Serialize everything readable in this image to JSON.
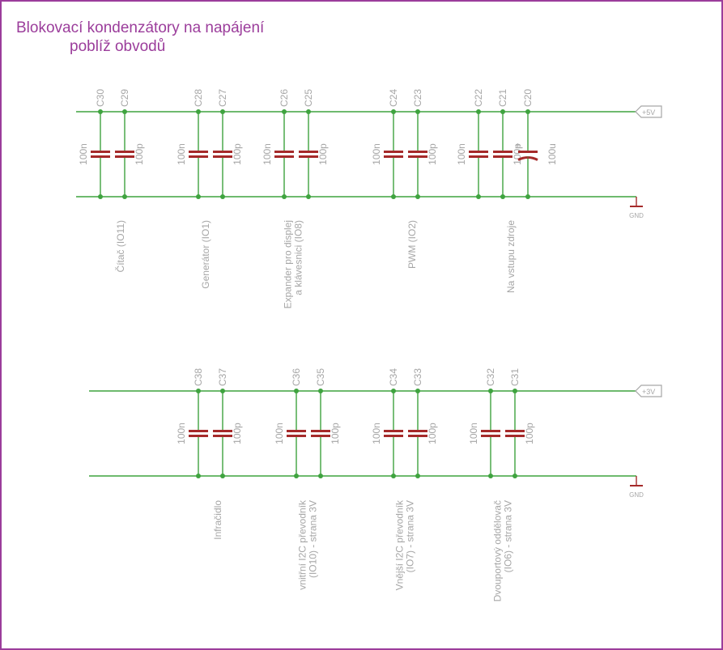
{
  "title_line1": "Blokovací kondenzátory na napájení",
  "title_line2": "poblíž obvodů",
  "colors": {
    "wire": "#3fa33f",
    "cap": "#a52a2a",
    "text": "#a6a6a6",
    "frame": "#9b3d9b",
    "port": "#a6a6a6"
  },
  "rail_top": {
    "supply_label": "+5V",
    "gnd_label": "GND",
    "caps": [
      {
        "name": "C30",
        "value": "100n"
      },
      {
        "name": "C29",
        "value": "100p"
      },
      {
        "name": "C28",
        "value": "100n"
      },
      {
        "name": "C27",
        "value": "100p"
      },
      {
        "name": "C26",
        "value": "100n"
      },
      {
        "name": "C25",
        "value": "100p"
      },
      {
        "name": "C24",
        "value": "100n"
      },
      {
        "name": "C23",
        "value": "100p"
      },
      {
        "name": "C22",
        "value": "100n"
      },
      {
        "name": "C21",
        "value": "100p"
      },
      {
        "name": "C20",
        "value": "100u"
      }
    ],
    "groups": [
      {
        "lines": [
          "Čítač (IO11)"
        ]
      },
      {
        "lines": [
          "Generátor (IO1)"
        ]
      },
      {
        "lines": [
          "Expander pro displej",
          "a klávesnici (IO8)"
        ]
      },
      {
        "lines": [
          "PWM (IO2)"
        ]
      },
      {
        "lines": [
          "Na vstupu zdroje"
        ]
      }
    ]
  },
  "rail_bottom": {
    "supply_label": "+3V",
    "gnd_label": "GND",
    "caps": [
      {
        "name": "C38",
        "value": "100n"
      },
      {
        "name": "C37",
        "value": "100p"
      },
      {
        "name": "C36",
        "value": "100n"
      },
      {
        "name": "C35",
        "value": "100p"
      },
      {
        "name": "C34",
        "value": "100n"
      },
      {
        "name": "C33",
        "value": "100p"
      },
      {
        "name": "C32",
        "value": "100n"
      },
      {
        "name": "C31",
        "value": "100p"
      }
    ],
    "groups": [
      {
        "lines": [
          "Infračidlo"
        ]
      },
      {
        "lines": [
          "vnitřní I2C převodník",
          "(IO10) - strana 3V"
        ]
      },
      {
        "lines": [
          "Vnější I2C převodník",
          "(IO7) - strana 3V"
        ]
      },
      {
        "lines": [
          "Dvouportový oddělovač",
          "(IO6) - strana 3V"
        ]
      }
    ]
  }
}
